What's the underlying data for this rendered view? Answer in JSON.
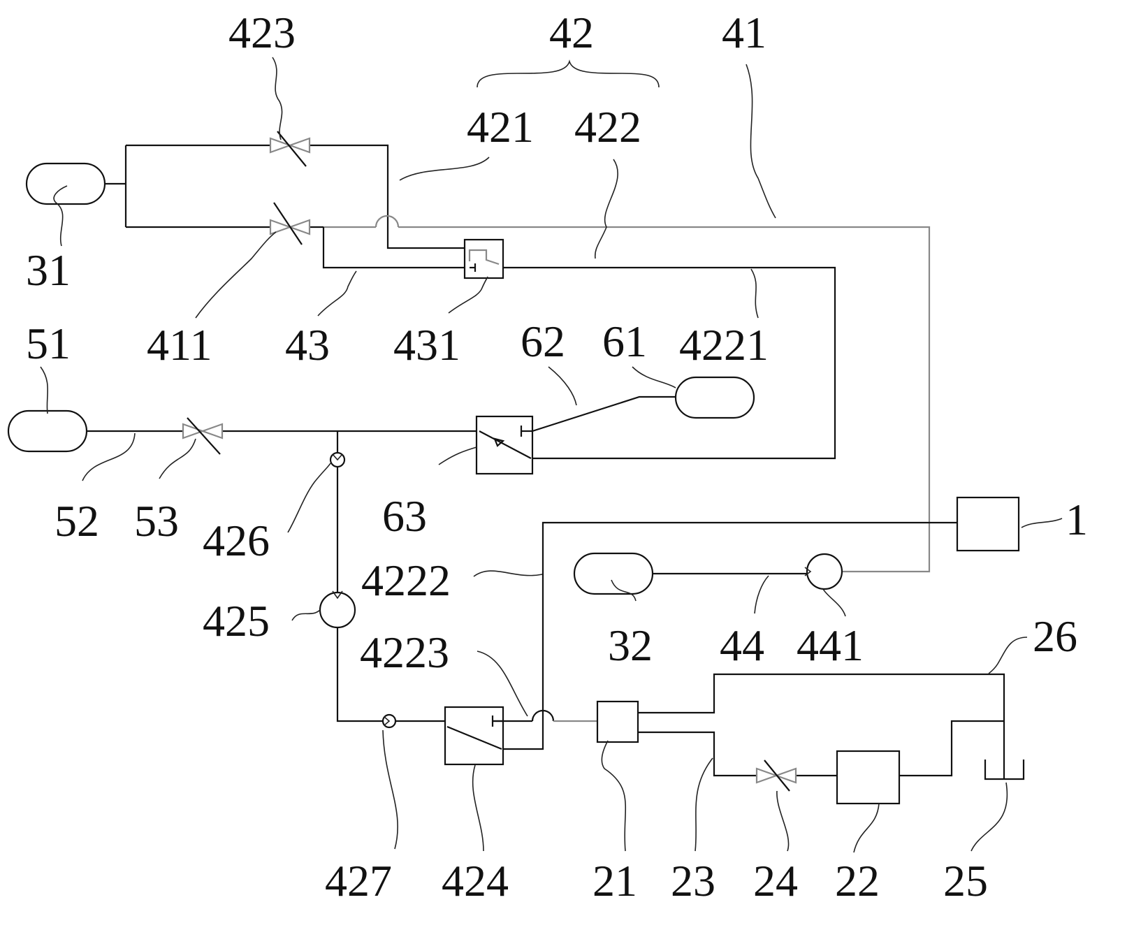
{
  "labels": {
    "l423": "423",
    "l42": "42",
    "l41": "41",
    "l421": "421",
    "l422": "422",
    "l31": "31",
    "l411": "411",
    "l43": "43",
    "l431": "431",
    "l62": "62",
    "l61": "61",
    "l4221": "4221",
    "l51": "51",
    "l52": "52",
    "l53": "53",
    "l426": "426",
    "l63": "63",
    "l1": "1",
    "l4222": "4222",
    "l425": "425",
    "l32": "32",
    "l44": "44",
    "l441": "441",
    "l26": "26",
    "l4223": "4223",
    "l427": "427",
    "l424": "424",
    "l21": "21",
    "l23": "23",
    "l24": "24",
    "l22": "22",
    "l25": "25"
  },
  "colors": {
    "line": "#111111",
    "grey_line": "#888888",
    "background": "#ffffff"
  }
}
